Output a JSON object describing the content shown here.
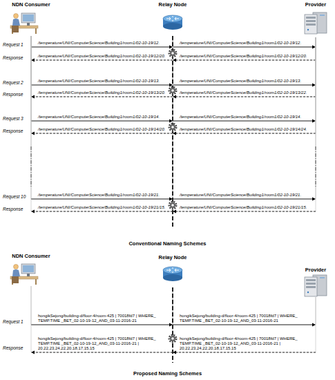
{
  "diagram": {
    "nodes": [
      {
        "text": [
          "NDN Consumer"
        ]
      },
      {
        "text": [
          "Relay Node"
        ]
      },
      {
        "text": [
          "Provider"
        ]
      },
      {
        "text": [
          "NDN Consumer"
        ]
      },
      {
        "text": [
          "Relay Node"
        ]
      },
      {
        "text": [
          "Provider"
        ]
      }
    ],
    "edges": [
      {
        "from": 0,
        "to": 1,
        "arrow": "to",
        "label": "/temperature/UNI/ComputerScience/Building1/room1/02-10-19/12."
      },
      {
        "from": 1,
        "to": 2,
        "arrow": "to",
        "label": "/temperature/UNI/ComputerScience/Building1/room1/02-10-19/12."
      },
      {
        "from": 2,
        "to": 1,
        "arrow": "to",
        "label": "/temperature/UNI/ComputerScience/Building1/room1/02-10-19/12/20."
      },
      {
        "from": 1,
        "to": 0,
        "arrow": "to",
        "label": "/temperature/UNI/ComputerScience/Building1/room1/02-10-19/12/20."
      },
      {
        "from": 0,
        "to": 1,
        "arrow": "to",
        "label": "/temperature/UNI/ComputerScience/Building1/room1/02-10-19/13."
      },
      {
        "from": 1,
        "to": 2,
        "arrow": "to",
        "label": "/temperature/UNI/ComputerScience/Building1/room1/02-10-19/13."
      },
      {
        "from": 2,
        "to": 1,
        "arrow": "to",
        "label": "/temperature/UNI/ComputerScience/Building1/room1/02-10-19/13/22."
      },
      {
        "from": 1,
        "to": 0,
        "arrow": "to",
        "label": "/temperature/UNI/ComputerScience/Building1/room1/02-10-19/13/20."
      },
      {
        "from": 0,
        "to": 1,
        "arrow": "to",
        "label": "/temperature/UNI/ComputerScience/Building1/room1/02-10-19/14."
      },
      {
        "from": 1,
        "to": 2,
        "arrow": "to",
        "label": "/temperature/UNI/ComputerScience/Building1/room1/02-10-19/14."
      },
      {
        "from": 2,
        "to": 1,
        "arrow": "to",
        "label": "/temperature/UNI/ComputerScience/Building1/room1/02-10-19/14/24."
      },
      {
        "from": 1,
        "to": 0,
        "arrow": "to",
        "label": "/temperature/UNI/ComputerScience/Building1/room1/02-10-19/14/20."
      },
      {
        "from": 0,
        "to": 1,
        "arrow": "to",
        "label": "/temperature/UNI/ComputerScience/Building1/room1/02-10-19/21."
      },
      {
        "from": 1,
        "to": 2,
        "arrow": "to",
        "label": "/temperature/UNI/ComputerScience/Building1/room1/02-10-19/21."
      },
      {
        "from": 2,
        "to": 1,
        "arrow": "to",
        "label": "/temperature/UNI/ComputerScience/Building1/room1/02-10-19/21/15."
      },
      {
        "from": 1,
        "to": 0,
        "arrow": "to",
        "label": "/temperature/UNI/ComputerScience/Building1/room1/02-10-19/21/15."
      },
      {
        "from": 3,
        "to": 4,
        "arrow": "to",
        "label": "hongikSejong/building-d/floor-4/room-425 | 70018fd7 | WHERE_ TEMP.TIME _BET_02-10-19-12_AND_03-11-2016-21"
      },
      {
        "from": 4,
        "to": 5,
        "arrow": "to",
        "label": "hongikSejong/building-d/floor-4/room-425 | 70018fd7 | WHERE_ TEMP.TIME _BET_02-10-19-12_AND_03-11-2016-21"
      },
      {
        "from": 5,
        "to": 4,
        "arrow": "to",
        "label": "hongikSejong/building-d/floor-4/room-425 | 70018fd7 | WHERE_ TEMP.TIME _BET_02-10-19-12_AND_03-11-2016-21 | 20,22,23,24,22,20,18,17,15,15"
      },
      {
        "from": 4,
        "to": 3,
        "arrow": "to",
        "label": "hongikSejong/building-d/floor-4/room-425 | 70018fd7 | WHERE_ TEMP.TIME _BET_02-10-19-12_AND_03-11-2016-21 | 20,22,23,24,22,20,18,17,15,15"
      }
    ],
    "labels": [
      "Request 1",
      "Response",
      "Request 2",
      "Response",
      "Request 3",
      "Response",
      "Request 10",
      "Response",
      "Conventional Naming Schemes",
      "Request 1",
      "Response",
      "Proposed Naming Schemes"
    ]
  }
}
